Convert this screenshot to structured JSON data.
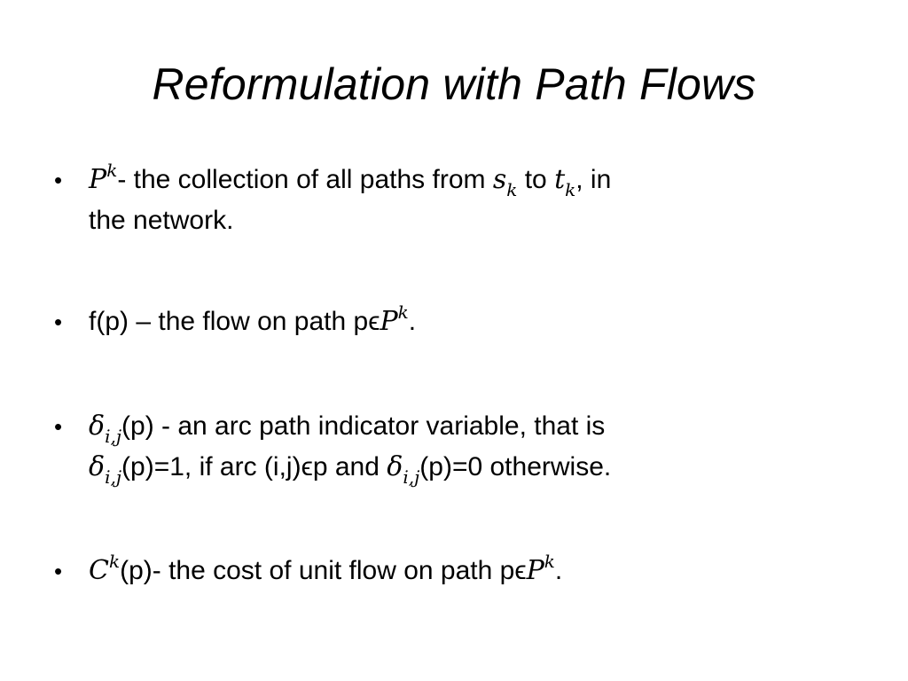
{
  "title": "Reformulation with Path Flows",
  "bullet_glyph": "•",
  "bullets": [
    {
      "sym1": "P",
      "sup1": "k",
      "text1": "- the collection of all paths from ",
      "sym2": "s",
      "sub2": "k",
      "text2": " to ",
      "sym3": "t",
      "sub3": "k",
      "text3": ", in",
      "text4": "the network."
    },
    {
      "text1": "f(p) – the flow on path p",
      "elem": "ϵ",
      "sym1": "P",
      "sup1": "k",
      "text2": "."
    },
    {
      "sym1": "δ",
      "sub1": "i,j",
      "text1": "(p) - an arc path indicator variable, that is",
      "sym2": "δ",
      "sub2": "i,j",
      "text2": "(p)=1, if arc (i,j)",
      "elem": "ϵ",
      "text3": "p and ",
      "sym3": "δ",
      "sub3": "i,j",
      "text4": "(p)=0 otherwise."
    },
    {
      "sym1": "C",
      "sup1": "k",
      "text1": "(p)- the cost of unit flow on path p",
      "elem": "ϵ",
      "sym2": "P",
      "sup2": "k",
      "text2": "."
    }
  ]
}
